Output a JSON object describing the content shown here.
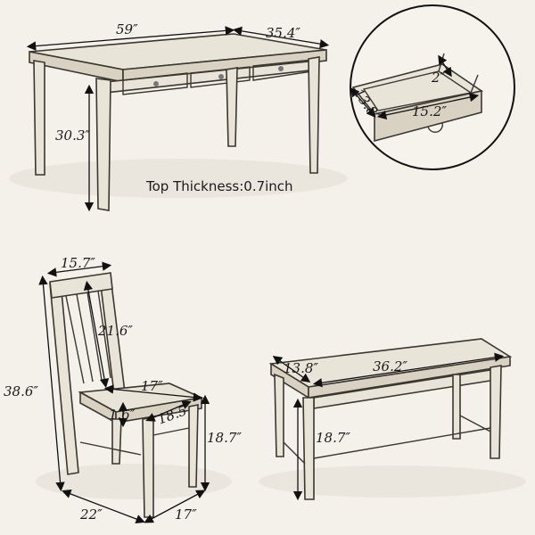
{
  "colors": {
    "background": "#f4f1ea",
    "ink": "#1a1a1a",
    "wood": "#e9e4d8"
  },
  "table": {
    "length": "59″",
    "width": "35.4″",
    "height": "30.3″",
    "top_thickness": "Top Thickness:0.7inch"
  },
  "drawer": {
    "depth": "13.8″",
    "width": "15.2″",
    "height": "2″"
  },
  "chair": {
    "back_width": "15.7″",
    "back_height": "21.6″",
    "total_height": "38.6″",
    "seat_width": "17″",
    "seat_depth": "18.5″",
    "seat_thickness": "1.6″",
    "seat_height": "18.7″",
    "base_depth": "22″",
    "base_width": "17″"
  },
  "bench": {
    "depth": "13.8″",
    "length": "36.2″",
    "height": "18.7″"
  }
}
